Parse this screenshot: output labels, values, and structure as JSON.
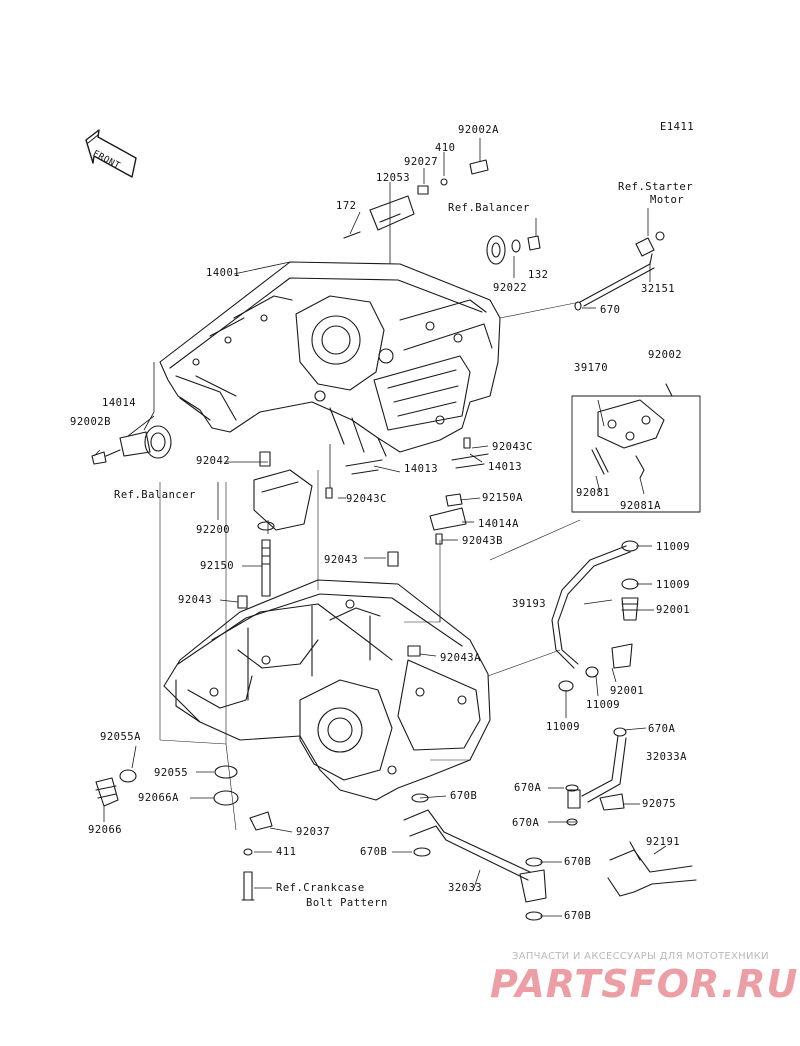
{
  "diagram_code": "E1411",
  "front_label": "FRONT",
  "watermark": {
    "subtitle": "ЗАПЧАСТИ И АКСЕССУАРЫ ДЛЯ МОТОТЕХНИКИ",
    "brand": "PARTSFOR.RU"
  },
  "labels": {
    "p92002A": "92002A",
    "p410": "410",
    "p92027": "92027",
    "p12053": "12053",
    "p172": "172",
    "ref_balancer_top": "Ref.Balancer",
    "p132": "132",
    "p92022": "92022",
    "ref_starter_1": "Ref.Starter",
    "ref_starter_2": "Motor",
    "p32151": "32151",
    "p670_top": "670",
    "p14001": "14001",
    "p39170": "39170",
    "p92002": "92002",
    "p14014": "14014",
    "p92002B": "92002B",
    "p92042": "92042",
    "p92043C_1": "92043C",
    "p14013_1": "14013",
    "p14013_2": "14013",
    "p92081": "92081",
    "p92081A": "92081A",
    "ref_balancer_left": "Ref.Balancer",
    "p92043C_2": "92043C",
    "p92150A": "92150A",
    "p92200": "92200",
    "p14014A": "14014A",
    "p92043B": "92043B",
    "p11009_1": "11009",
    "p92150": "92150",
    "p92043_1": "92043",
    "p11009_2": "11009",
    "p39193": "39193",
    "p92001_1": "92001",
    "p92043_2": "92043",
    "p92043A": "92043A",
    "p92001_2": "92001",
    "p11009_3": "11009",
    "p11009_4": "11009",
    "p92055A": "92055A",
    "p670A_1": "670A",
    "p32033A": "32033A",
    "p92055": "92055",
    "p92066A": "92066A",
    "p670A_2": "670A",
    "p670B_1": "670B",
    "p92075": "92075",
    "p670A_3": "670A",
    "p92066": "92066",
    "p92037": "92037",
    "p92191": "92191",
    "p670B_2": "670B",
    "p670B_3": "670B",
    "p411": "411",
    "ref_crankcase_1": "Ref.Crankcase",
    "ref_crankcase_2": "Bolt Pattern",
    "p32033": "32033",
    "p670B_4": "670B"
  }
}
